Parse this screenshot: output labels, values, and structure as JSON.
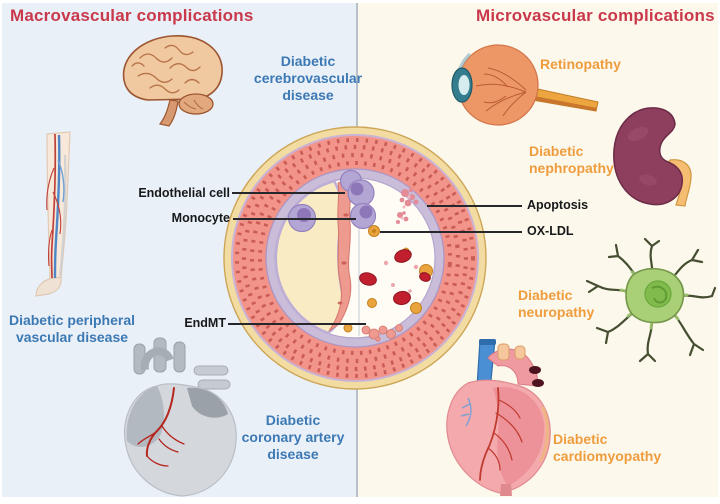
{
  "figure": {
    "left_panel": {
      "title": "Macrovascular complications",
      "labels": {
        "cerebrovascular": "Diabetic cerebrovascular disease",
        "peripheral": "Diabetic peripheral vascular disease",
        "coronary": "Diabetic coronary artery disease"
      }
    },
    "right_panel": {
      "title": "Microvascular complications",
      "labels": {
        "retinopathy": "Retinopathy",
        "nephropathy": "Diabetic nephropathy",
        "neuropathy": "Diabetic neuropathy",
        "cardiomyopathy": "Diabetic cardiomyopathy"
      }
    },
    "vessel": {
      "endothelial_cell": "Endothelial cell",
      "monocyte": "Monocyte",
      "endmt": "EndMT",
      "apoptosis": "Apoptosis",
      "ox_ldl": "OX-LDL"
    },
    "colors": {
      "title_red": "#c9394b",
      "macro_label_blue": "#3c79b4",
      "micro_label_orange": "#ef9c3d",
      "left_background": "#e9f0f8",
      "right_background": "#fcf8ec",
      "vessel_adventitia_gold": "#f3dca2",
      "vessel_media_salmon": "#f2948a",
      "vessel_intima_lavender": "#cabdda",
      "monocyte_purple": "#b3a5d4",
      "ox_ldl_orange": "#eaa43e",
      "rbc_red": "#c11f2e"
    }
  }
}
